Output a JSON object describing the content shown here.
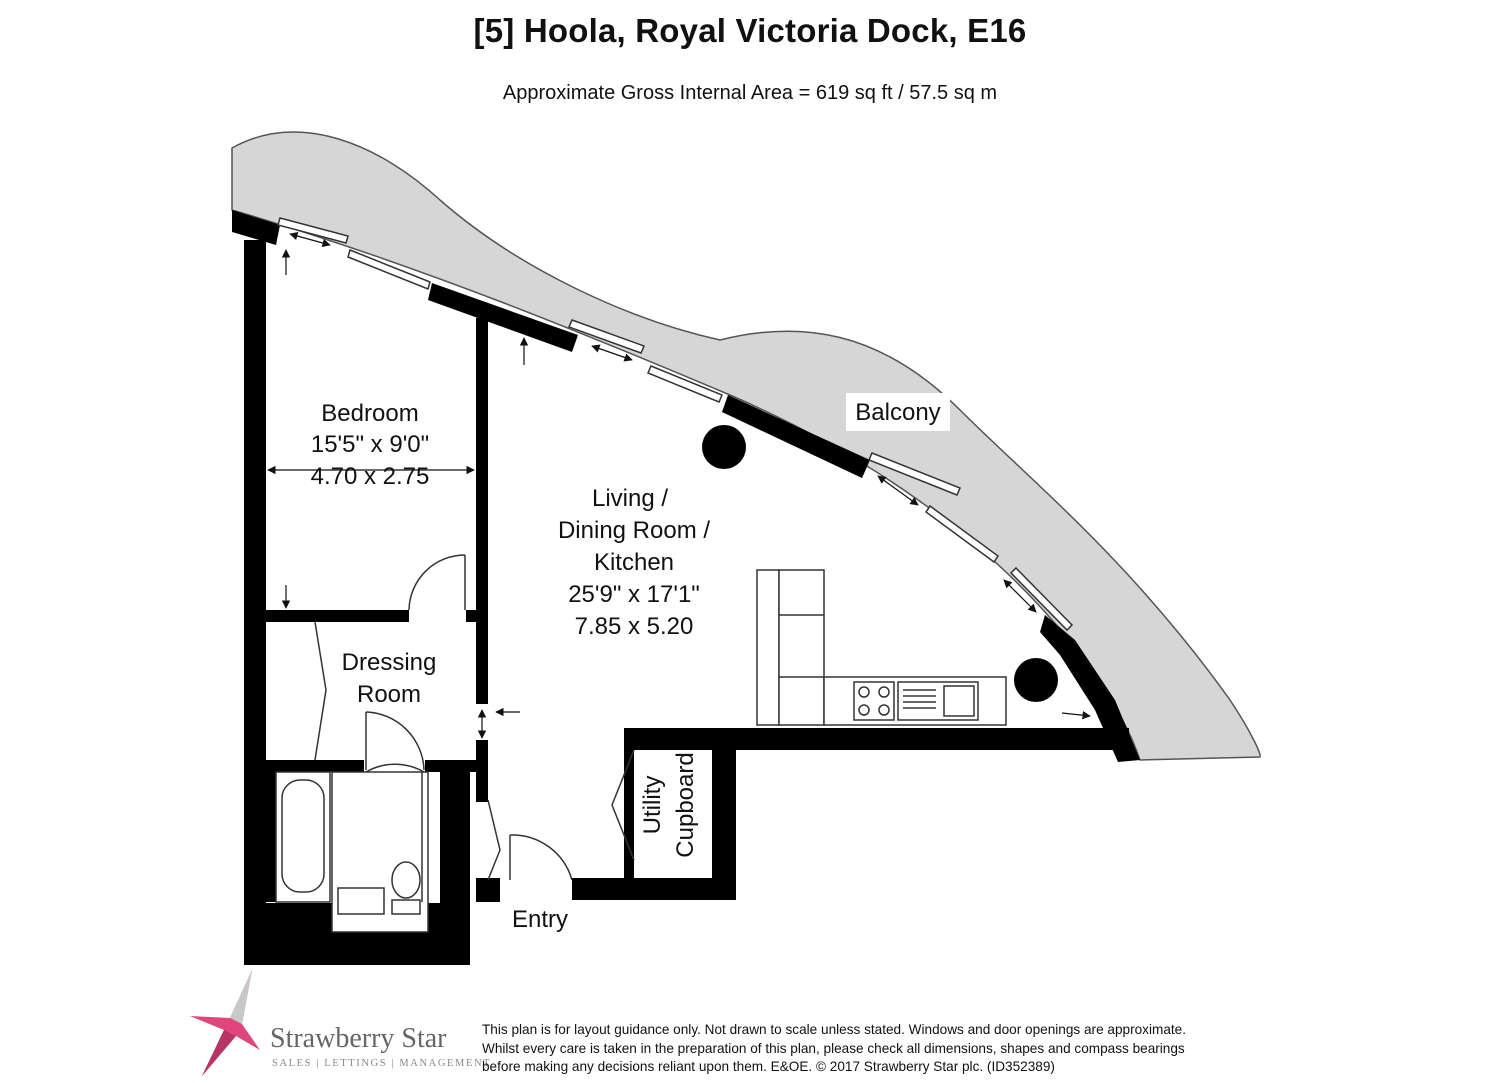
{
  "header": {
    "title": "[5] Hoola, Royal Victoria Dock, E16",
    "subtitle": "Approximate Gross Internal Area = 619 sq ft / 57.5 sq m"
  },
  "rooms": {
    "bedroom": {
      "name": "Bedroom",
      "imperial": "15'5\" x 9'0\"",
      "metric": "4.70 x 2.75"
    },
    "living": {
      "line1": "Living /",
      "line2": "Dining Room /",
      "line3": "Kitchen",
      "imperial": "25'9\" x 17'1\"",
      "metric": "7.85 x 5.20"
    },
    "balcony": {
      "name": "Balcony"
    },
    "dressing": {
      "line1": "Dressing",
      "line2": "Room"
    },
    "utility": {
      "line1": "Utility",
      "line2": "Cupboard"
    },
    "entry": {
      "name": "Entry"
    }
  },
  "brand": {
    "name": "Strawberry Star",
    "tagline": "SALES | LETTINGS | MANAGEMENT",
    "color": "#e0457b"
  },
  "disclaimer": {
    "line1": "This plan is for layout guidance only. Not drawn to scale unless stated. Windows and door openings are approximate.",
    "line2": "Whilst every care is taken in the preparation of this plan, please check all dimensions, shapes and compass bearings",
    "line3": "before making any decisions reliant upon them. E&OE. © 2017 Strawberry Star plc. (ID352389)"
  },
  "colors": {
    "wall": "#000000",
    "balcony_fill": "#d6d6d6",
    "line": "#333333"
  }
}
